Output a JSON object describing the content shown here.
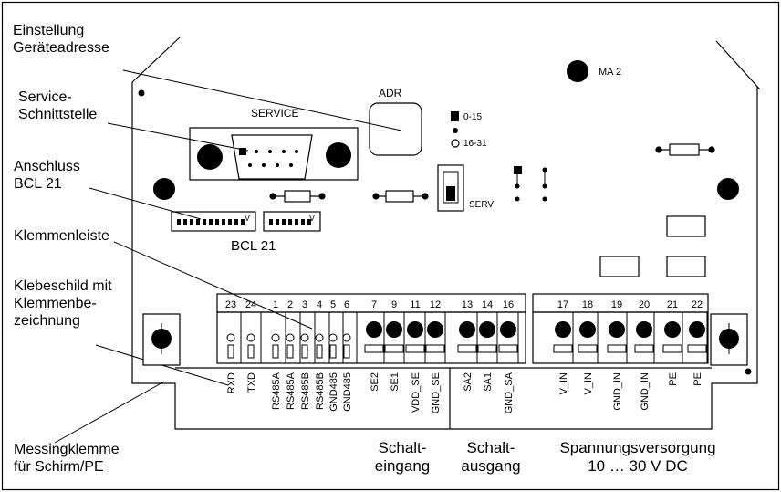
{
  "callouts": {
    "device_address": "Einstellung\nGeräteadresse",
    "service_interface": "Service-\nSchnittstelle",
    "bcl_connection": "Anschluss\nBCL 21",
    "terminal_strip": "Klemmenleiste",
    "adhesive_label": "Klebeschild mit\nKlemmenbe-\nzeichnung",
    "brass_terminal": "Messingklemme\nfür Schirm/PE"
  },
  "board_labels": {
    "adr": "ADR",
    "service": "SERVICE",
    "range_low": "0-15",
    "range_high": "16-31",
    "serv": "SERV",
    "ma2": "MA 2",
    "bcl21": "BCL 21",
    "connector_v1": "V",
    "connector_v2": "V"
  },
  "terminals": [
    {
      "num": "23",
      "signal": "RXD"
    },
    {
      "num": "24",
      "signal": "TXD"
    },
    {
      "num": "1",
      "signal": "RS485A"
    },
    {
      "num": "2",
      "signal": "RS485A"
    },
    {
      "num": "3",
      "signal": "RS485B"
    },
    {
      "num": "4",
      "signal": "RS485B"
    },
    {
      "num": "5",
      "signal": "GND485"
    },
    {
      "num": "6",
      "signal": "GND485"
    },
    {
      "num": "7",
      "signal": "SE2"
    },
    {
      "num": "9",
      "signal": "SE1"
    },
    {
      "num": "11",
      "signal": "VDD_SE"
    },
    {
      "num": "12",
      "signal": "GND_SE"
    },
    {
      "num": "13",
      "signal": "SA2"
    },
    {
      "num": "14",
      "signal": "SA1"
    },
    {
      "num": "16",
      "signal": "GND_SA"
    },
    {
      "num": "17",
      "signal": "V_IN"
    },
    {
      "num": "18",
      "signal": "V_IN"
    },
    {
      "num": "19",
      "signal": "GND_IN"
    },
    {
      "num": "20",
      "signal": "GND_IN"
    },
    {
      "num": "21",
      "signal": "PE"
    },
    {
      "num": "22",
      "signal": "PE"
    }
  ],
  "groups": {
    "switching_input": "Schalt-\neingang",
    "switching_output": "Schalt-\nausgang",
    "power_supply": "Spannungsversorgung\n10 … 30 V DC"
  }
}
